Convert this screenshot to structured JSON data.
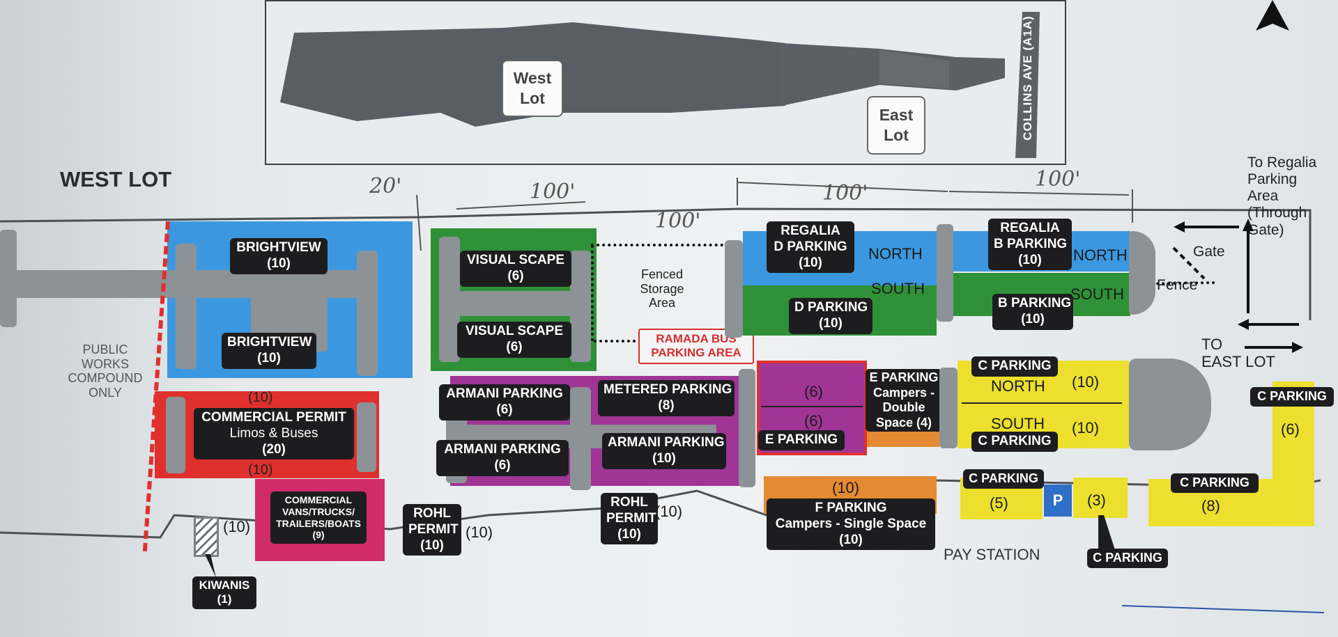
{
  "inset": {
    "west_label": "West\nLot",
    "east_label": "East\nLot",
    "street": "COLLINS AVE (A1A)"
  },
  "title": "WEST LOT",
  "handwritten": {
    "d1": "20'",
    "d2": "100'",
    "d3": "100'",
    "d4": "100'",
    "d5": "100'"
  },
  "lots": {
    "brightview_top": {
      "name": "BRIGHTVIEW",
      "count": "(10)"
    },
    "brightview_bottom": {
      "name": "BRIGHTVIEW",
      "count": "(10)"
    },
    "visual_scape_top": {
      "name": "VISUAL SCAPE",
      "count": "(6)"
    },
    "visual_scape_bottom": {
      "name": "VISUAL SCAPE",
      "count": "(6)"
    },
    "regalia_d": {
      "line1": "REGALIA",
      "line2": "D PARKING",
      "count": "(10)"
    },
    "regalia_b": {
      "line1": "REGALIA",
      "line2": "B PARKING",
      "count": "(10)"
    },
    "d_parking": {
      "name": "D PARKING",
      "count": "(10)"
    },
    "b_parking": {
      "name": "B PARKING",
      "count": "(10)"
    },
    "commercial_permit": {
      "line1": "COMMERCIAL PERMIT",
      "line2": "Limos & Buses",
      "count": "(20)",
      "top": "(10)",
      "bottom": "(10)"
    },
    "commercial_vans": {
      "line1": "COMMERCIAL",
      "line2": "VANS/TRUCKS/",
      "line3": "TRAILERS/BOATS",
      "count": "(9)"
    },
    "armani_top": {
      "name": "ARMANI PARKING",
      "count": "(6)"
    },
    "armani_bottom": {
      "name": "ARMANI PARKING",
      "count": "(6)"
    },
    "armani_right": {
      "name": "ARMANI PARKING",
      "count": "(10)"
    },
    "metered": {
      "name": "METERED PARKING",
      "count": "(8)"
    },
    "e_parking_purple": {
      "top": "(6)",
      "bottom": "(6)",
      "name": "E PARKING"
    },
    "e_parking_campers": {
      "line1": "E PARKING",
      "line2": "Campers -",
      "line3": "Double",
      "line4": "Space (4)"
    },
    "c_north": {
      "name": "C PARKING",
      "zone": "NORTH",
      "count": "(10)"
    },
    "c_south": {
      "name": "C PARKING",
      "zone": "SOUTH",
      "count": "(10)"
    },
    "c_right": {
      "name": "C PARKING",
      "count": "(6)"
    },
    "c_5": {
      "name": "C PARKING",
      "count": "(5)"
    },
    "c_3": {
      "name": "C PARKING",
      "count": "(3)"
    },
    "c_8": {
      "name": "C PARKING",
      "count": "(8)"
    },
    "f_parking": {
      "top": "(10)",
      "line1": "F PARKING",
      "line2": "Campers - Single Space",
      "count": "(10)"
    },
    "rohl_left": {
      "line1": "ROHL",
      "line2": "PERMIT",
      "count": "(10)",
      "side": "(10)"
    },
    "rohl_right": {
      "line1": "ROHL",
      "line2": "PERMIT",
      "count": "(10)",
      "side": "(10)"
    },
    "kiwanis": {
      "name": "KIWANIS",
      "count": "(1)",
      "side": "(10)"
    }
  },
  "labels": {
    "public_works": "PUBLIC\nWORKS\nCOMPOUND\nONLY",
    "fenced": "Fenced\nStorage\nArea",
    "ramada": "RAMADA BUS\nPARKING AREA",
    "north_d": "NORTH",
    "south_d": "SOUTH",
    "north_b": "NORTH",
    "south_b": "SOUTH",
    "regalia_area": "To Regalia\nParking\nArea\n(Through\nGate)",
    "gate": "Gate",
    "fence": "Fence",
    "to_east": "TO\nEAST LOT",
    "pay_station": "PAY STATION",
    "p_sign": "P"
  },
  "colors": {
    "blue": "#3b98e0",
    "green": "#2f9137",
    "red": "#e0302e",
    "magenta": "#d02c6a",
    "purple": "#a03596",
    "yellow": "#ecdf2e",
    "orange": "#e48a33",
    "road": "#8d9296"
  }
}
